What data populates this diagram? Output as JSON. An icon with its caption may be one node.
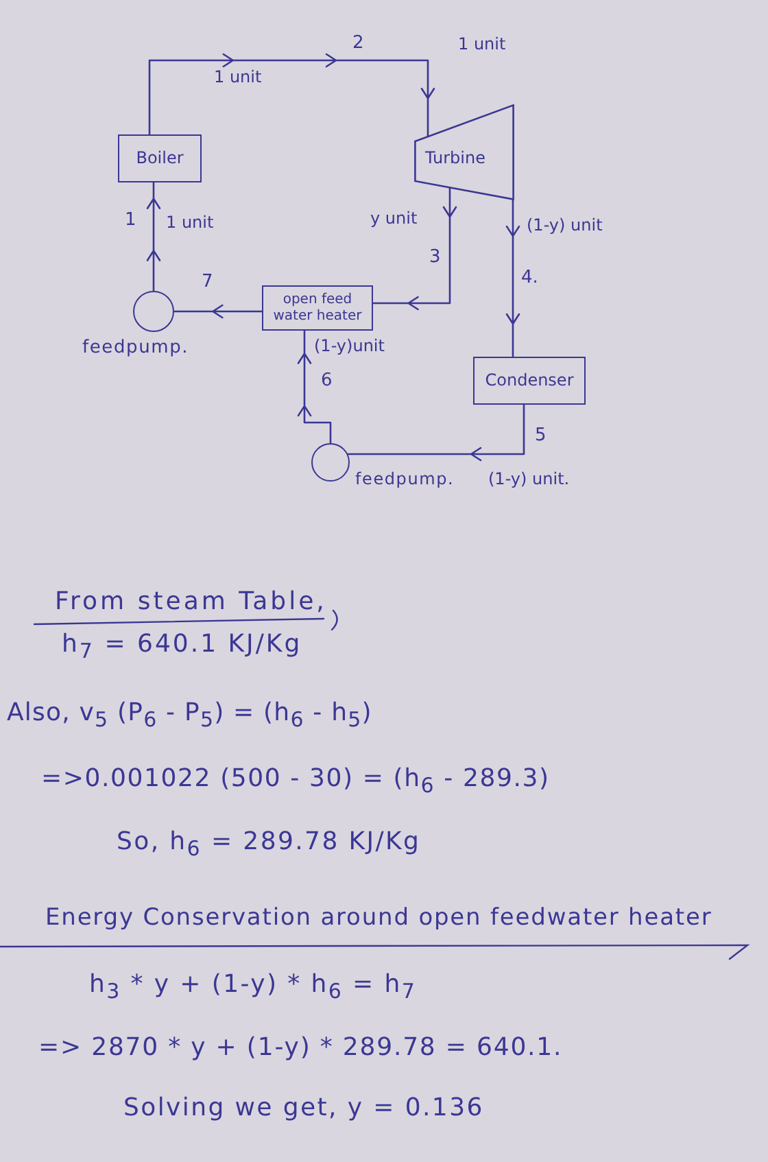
{
  "diagram": {
    "nodes": [
      {
        "text": [
          "Boiler"
        ]
      },
      {
        "text": [
          "Turbine"
        ]
      },
      {
        "text": [
          "open feed water heater"
        ]
      },
      {
        "text": [
          "Condenser"
        ]
      },
      {
        "text": [],
        "shape": "circle",
        "beside": [
          "feedpump."
        ]
      },
      {
        "text": [],
        "shape": "circle",
        "beside": [
          "feedpump."
        ]
      }
    ],
    "edges": [
      {
        "from": 0,
        "to": 1,
        "arrow": "to",
        "label": "1 unit"
      },
      {
        "from": 1,
        "to": 2,
        "arrow": "to",
        "label": "y unit"
      },
      {
        "from": 1,
        "to": 3,
        "arrow": "to",
        "label": "(1-y) unit"
      },
      {
        "from": 3,
        "to": 5,
        "arrow": "to",
        "label": "(1-y) unit."
      },
      {
        "from": 5,
        "to": 2,
        "arrow": "to",
        "label": "(1-y)unit"
      },
      {
        "from": 2,
        "to": 4,
        "arrow": "to"
      },
      {
        "from": 4,
        "to": 0,
        "arrow": "to",
        "label": "1 unit"
      }
    ],
    "labels": [
      "2",
      "1 unit",
      "1",
      "3",
      "4.",
      "7",
      "6",
      "5",
      "From steam Table,",
      "h$_{7}$ = 640.1 KJ/Kg",
      "Also, v$_{5}$ (P$_{6}$ - P$_{5}$) = (h$_{6}$ - h$_{5}$)",
      "=>0.001022 (500 - 30) = (h$_{6}$ - 289.3)",
      "So, h$_{6}$ = 289.78 KJ/Kg",
      "Energy Conservation around open feedwater heater",
      "h$_{3}$ * y + (1-y) * h$_{6}$ = h$_{7}$",
      "=> 2870 * y + (1-y) * 289.78 = 640.1.",
      "Solving we get, y = 0.136"
    ]
  }
}
